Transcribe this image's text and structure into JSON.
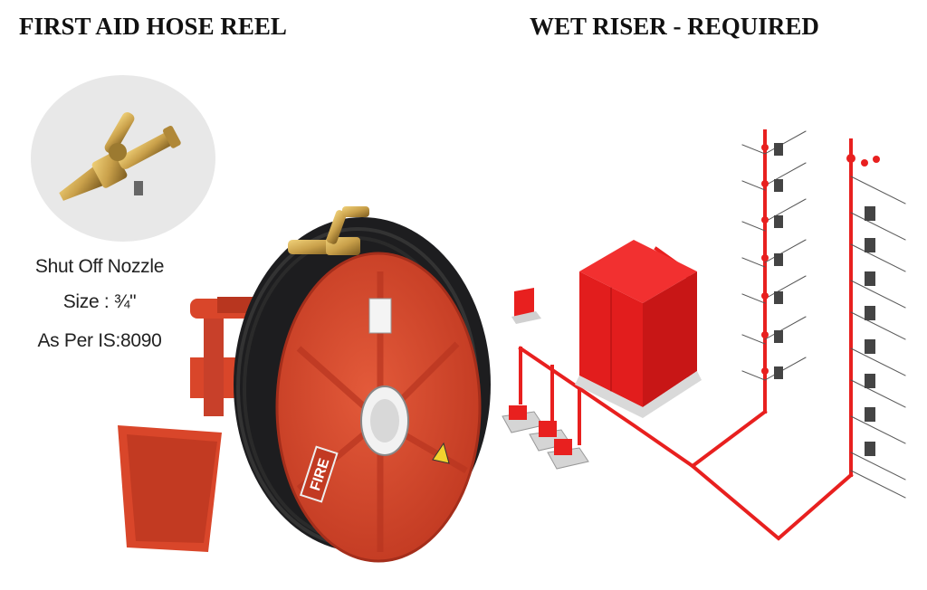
{
  "titles": {
    "left": "FIRST AID HOSE REEL",
    "right": "WET RISER - REQUIRED"
  },
  "nozzle_spec": {
    "line1": "Shut Off Nozzle",
    "line2": "Size : ¾\"",
    "line3": "As Per IS:8090"
  },
  "reel_labels": {
    "drum_text": "FIRE"
  },
  "colors": {
    "reel_red": "#d9462a",
    "riser_red": "#e8201f",
    "hose_black": "#1d1d1f",
    "brass": "#c9a04a",
    "nozzle_bg": "#e8e8e8"
  },
  "icons": [
    "shut-off-nozzle-image",
    "hose-reel-image",
    "wet-riser-diagram",
    "warning-triangle-icon"
  ]
}
